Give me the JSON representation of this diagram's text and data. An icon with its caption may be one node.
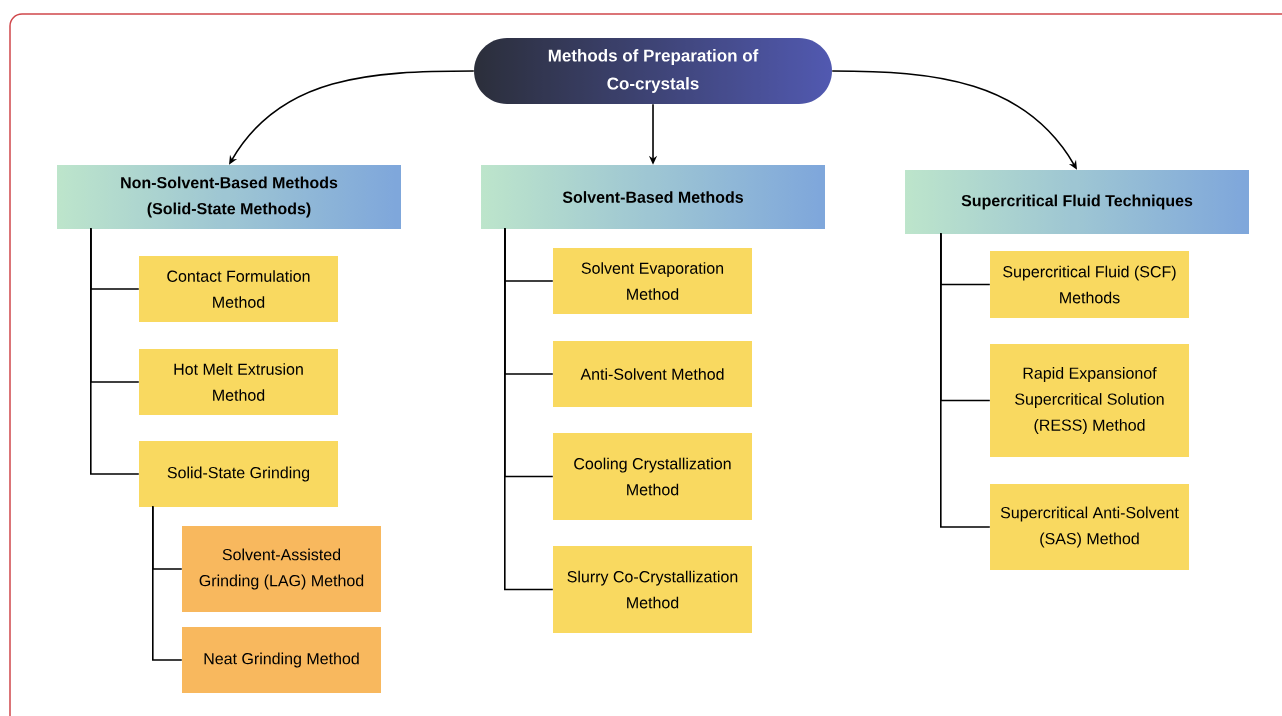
{
  "diagram": {
    "nodes": [
      {
        "text": [
          "Methods of Preparation of Co-crystals"
        ]
      },
      {
        "text": [
          "Non-Solvent-Based Methods (Solid-State Methods)"
        ]
      },
      {
        "text": [
          "Solvent-Based Methods"
        ]
      },
      {
        "text": [
          "Supercritical Fluid Techniques"
        ]
      },
      {
        "text": [
          "Contact Formulation Method"
        ]
      },
      {
        "text": [
          "Hot Melt Extrusion Method"
        ]
      },
      {
        "text": [
          "Solid-State Grinding"
        ]
      },
      {
        "text": [
          "Solvent-Assisted Grinding (LAG) Method"
        ]
      },
      {
        "text": [
          "Neat Grinding Method"
        ]
      },
      {
        "text": [
          "Solvent Evaporation Method"
        ]
      },
      {
        "text": [
          "Anti-Solvent Method"
        ]
      },
      {
        "text": [
          "Cooling Crystallization Method"
        ]
      },
      {
        "text": [
          "Slurry Co-Crystallization Method"
        ]
      },
      {
        "text": [
          "Supercritical Fluid (SCF) Methods"
        ]
      },
      {
        "text": [
          "Rapid Expansionof Supercritical Solution (RESS) Method"
        ]
      },
      {
        "text": [
          "Supercritical Anti-Solvent (SAS) Method"
        ]
      }
    ],
    "edges": [
      {
        "from": 0,
        "to": 1,
        "arrow": "to"
      },
      {
        "from": 0,
        "to": 2,
        "arrow": "to"
      },
      {
        "from": 0,
        "to": 3,
        "arrow": "to"
      },
      {
        "from": 1,
        "to": 4,
        "arrow": "none"
      },
      {
        "from": 1,
        "to": 5,
        "arrow": "none"
      },
      {
        "from": 1,
        "to": 6,
        "arrow": "none"
      },
      {
        "from": 6,
        "to": 7,
        "arrow": "none"
      },
      {
        "from": 6,
        "to": 8,
        "arrow": "none"
      },
      {
        "from": 2,
        "to": 9,
        "arrow": "none"
      },
      {
        "from": 2,
        "to": 10,
        "arrow": "none"
      },
      {
        "from": 2,
        "to": 11,
        "arrow": "none"
      },
      {
        "from": 2,
        "to": 12,
        "arrow": "none"
      },
      {
        "from": 3,
        "to": 13,
        "arrow": "none"
      },
      {
        "from": 3,
        "to": 14,
        "arrow": "none"
      },
      {
        "from": 3,
        "to": 15,
        "arrow": "none"
      }
    ]
  }
}
